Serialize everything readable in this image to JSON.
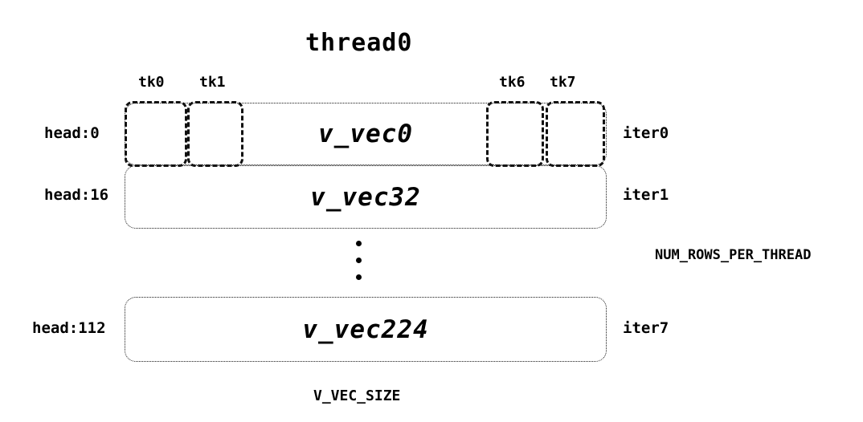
{
  "title": "thread0",
  "tk_labels": [
    "tk0",
    "tk1",
    "tk6",
    "tk7"
  ],
  "rows": [
    {
      "head": "head:0",
      "vec": "v_vec0",
      "iter": "iter0"
    },
    {
      "head": "head:16",
      "vec": "v_vec32",
      "iter": "iter1"
    },
    {
      "head": "head:112",
      "vec": "v_vec224",
      "iter": "iter7"
    }
  ],
  "right_label": "NUM_ROWS_PER_THREAD",
  "bottom_label": "V_VEC_SIZE"
}
